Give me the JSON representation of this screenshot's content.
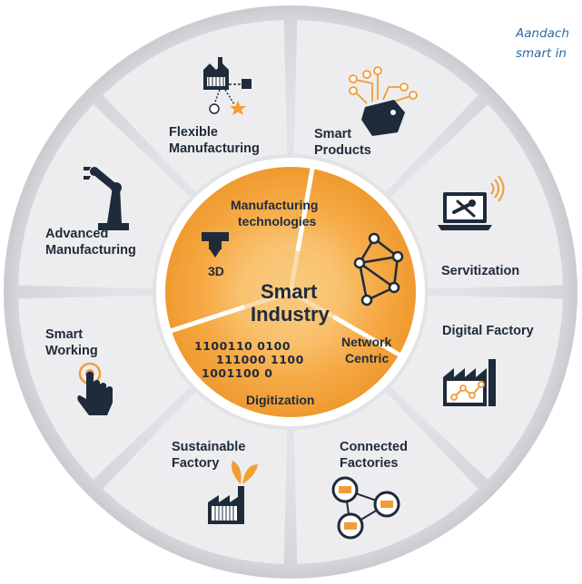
{
  "caption": {
    "line1": "Aandach",
    "line2": "smart in",
    "color": "#2d6aa3"
  },
  "colors": {
    "dark": "#1f2b3b",
    "orange": "#f29c38",
    "orange_light": "#f8bf6c",
    "ring": "#ededef",
    "star": "#f2a131"
  },
  "center": {
    "title_line1": "Smart",
    "title_line2": "Industry",
    "sectors": [
      {
        "label_lines": [
          "Manufacturing",
          "technologies"
        ],
        "sub_label": "3D",
        "icon": "3d-printer-icon"
      },
      {
        "label_lines": [
          "Network",
          "Centric"
        ],
        "icon": "network-nodes-icon"
      },
      {
        "label_lines": [
          "Digitization"
        ],
        "binary_lines": [
          "1100110 0100",
          "111000 1100",
          "1001100 0"
        ],
        "icon": "binary-digits"
      }
    ]
  },
  "segments": [
    {
      "label_lines": [
        "Flexible",
        "Manufacturing"
      ],
      "icon": "factory-nodes-icon"
    },
    {
      "label_lines": [
        "Smart",
        "Products"
      ],
      "icon": "smart-tag-icon"
    },
    {
      "label_lines": [
        "Servitization"
      ],
      "icon": "laptop-wrench-icon"
    },
    {
      "label_lines": [
        "Digital Factory"
      ],
      "icon": "digital-factory-icon"
    },
    {
      "label_lines": [
        "Connected",
        "Factories"
      ],
      "icon": "connected-factories-icon"
    },
    {
      "label_lines": [
        "Sustainable",
        "Factory"
      ],
      "icon": "sustainable-factory-icon"
    },
    {
      "label_lines": [
        "Smart",
        "Working"
      ],
      "icon": "touch-hand-icon"
    },
    {
      "label_lines": [
        "Advanced",
        "Manufacturing"
      ],
      "icon": "robot-arm-icon"
    }
  ]
}
